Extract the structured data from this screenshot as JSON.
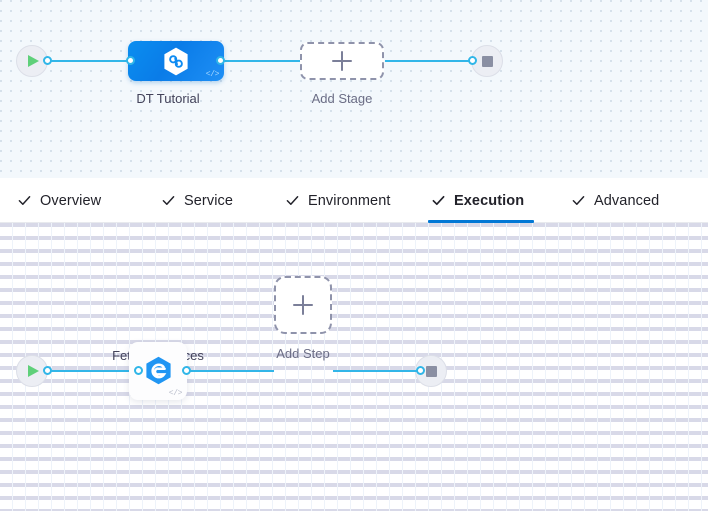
{
  "stage_canvas": {
    "start_node": {
      "name": "pipeline-start",
      "icon": "play-icon"
    },
    "end_node": {
      "name": "pipeline-end",
      "icon": "stop-icon"
    },
    "stage": {
      "label": "DT Tutorial",
      "icon": "harness-hexagon-icon",
      "badge_icon": "code-icon",
      "badge_text": "</>"
    },
    "add_stage": {
      "label": "Add Stage",
      "icon": "plus-icon"
    }
  },
  "tabs": {
    "items": [
      {
        "label": "Overview",
        "icon": "check-icon",
        "active": false
      },
      {
        "label": "Service",
        "icon": "check-icon",
        "active": false
      },
      {
        "label": "Environment",
        "icon": "check-icon",
        "active": false
      },
      {
        "label": "Execution",
        "icon": "check-icon",
        "active": true
      },
      {
        "label": "Advanced",
        "icon": "check-icon",
        "active": false
      }
    ],
    "active_underline_color": "#0278d5"
  },
  "step_canvas": {
    "start_node": {
      "name": "execution-start",
      "icon": "play-icon"
    },
    "end_node": {
      "name": "execution-end",
      "icon": "stop-icon"
    },
    "step": {
      "label": "Fetch Instances",
      "icon": "fetch-instances-hexagon-icon",
      "badge_text": "</>"
    },
    "add_step": {
      "label": "Add Step",
      "icon": "plus-icon"
    }
  },
  "colors": {
    "accent_blue": "#0278d5",
    "wire_blue": "#33b6e8",
    "stage_blue": "#0a7ce8",
    "play_green": "#5fd07a",
    "stop_gray": "#8a8fa3"
  }
}
